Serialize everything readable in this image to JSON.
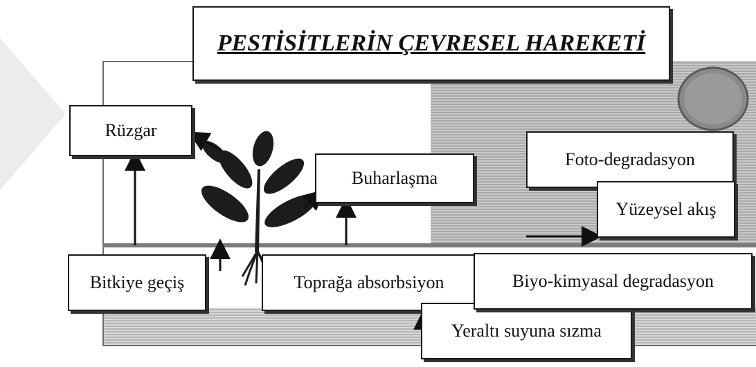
{
  "title": "PESTİSİTLERİN ÇEVRESEL HAREKETİ",
  "labels": {
    "ruzgar": "Rüzgar",
    "buharlasma": "Buharlaşma",
    "foto_degradasyon": "Foto-degradasyon",
    "yuzeysel_akis": "Yüzeysel akış",
    "bitkiye_gecis": "Bitkiye geçiş",
    "topraga_absorbsiyon": "Toprağa absorbsiyon",
    "biyo_kimyasal_degradasyon": "Biyo-kimyasal degradasyon",
    "yeralti_suyuna_sizma": "Yeraltı suyuna sızma"
  },
  "colors": {
    "box_border": "#1a1a1a",
    "text": "#111111",
    "sky_band": "#a9a9a9",
    "ground": "#7a7a7a"
  },
  "icons": [
    "plant-icon",
    "sun-icon"
  ]
}
